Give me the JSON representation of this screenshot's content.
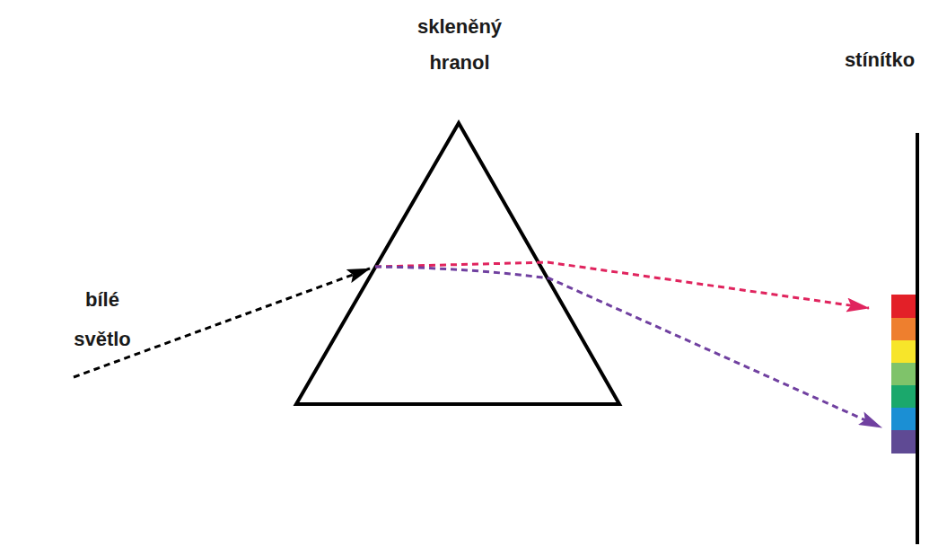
{
  "diagram": {
    "labels": [
      "skleněný hranol",
      "stínítko",
      "bílé světlo"
    ]
  }
}
